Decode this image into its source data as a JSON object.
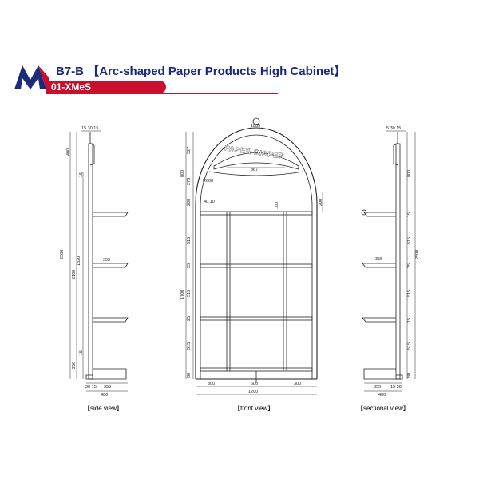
{
  "header": {
    "code": "B7-B",
    "title": "【Arc-shaped Paper Products High Cabinet】",
    "series": "01-XMeS"
  },
  "colors": {
    "brand_blue": "#1b2a7a",
    "brand_red": "#c8102e",
    "line": "#222222"
  },
  "captions": {
    "side": "【side view】",
    "front": "【front view】",
    "section": "【sectional view】"
  },
  "sign_text": "PAPER DIAPER",
  "side_dims": {
    "top": "15 30 15",
    "d400": "400",
    "d15a": "15",
    "d355": "355",
    "d2500": "2500",
    "d1820": "1820",
    "d2100": "2100",
    "d15b": "15",
    "d250": "250",
    "bottom_left": "30 15",
    "bottom_mid": "355",
    "bottom_total": "400"
  },
  "front_dims": {
    "d327": "327",
    "d273": "273",
    "d800": "800",
    "d1885": "1885",
    "d367": "367",
    "r600": "R600",
    "d410": "40.10",
    "d200l": "200",
    "d200r": "200",
    "d100": "100",
    "d515a": "515",
    "d25a": "25",
    "d1700": "1700",
    "d515b": "515",
    "d25b": "25",
    "d515c": "515",
    "d80": "80",
    "d300l": "300",
    "d600": "600",
    "d300r": "300",
    "d1200": "1200"
  },
  "section_dims": {
    "top": "5 30 15",
    "d800": "800",
    "d2500": "2500",
    "d15a": "15",
    "d515a": "515",
    "d25": "25",
    "d355": "355",
    "d515b": "515",
    "d15b": "15",
    "d515c": "515",
    "d80": "80",
    "bottom_mid": "355",
    "bottom_right": "15 30",
    "bottom_total": "400"
  }
}
